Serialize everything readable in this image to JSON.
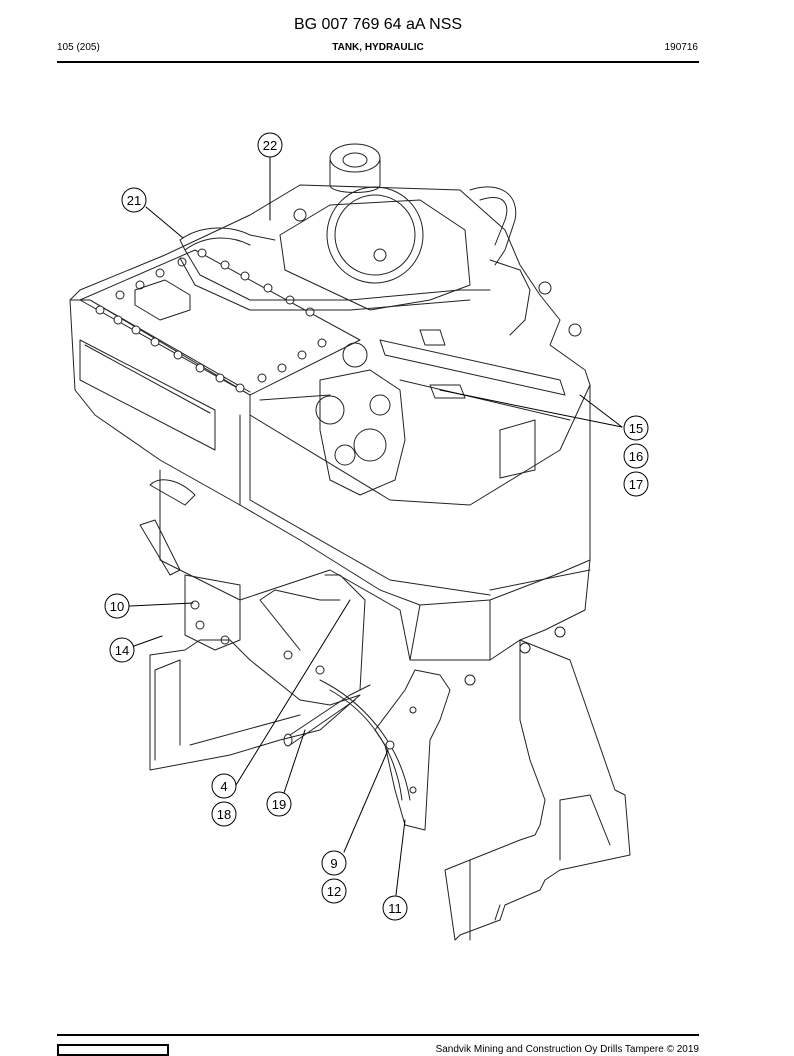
{
  "header": {
    "title": "BG 007 769 64 aA NSS",
    "page": "105 (205)",
    "section": "TANK, HYDRAULIC",
    "date": "190716"
  },
  "callouts": [
    "22",
    "21",
    "15",
    "16",
    "17",
    "10",
    "14",
    "4",
    "18",
    "19",
    "9",
    "12",
    "11"
  ],
  "footer": {
    "copyright": "Sandvik Mining and Construction Oy Drills Tampere © 2019"
  }
}
